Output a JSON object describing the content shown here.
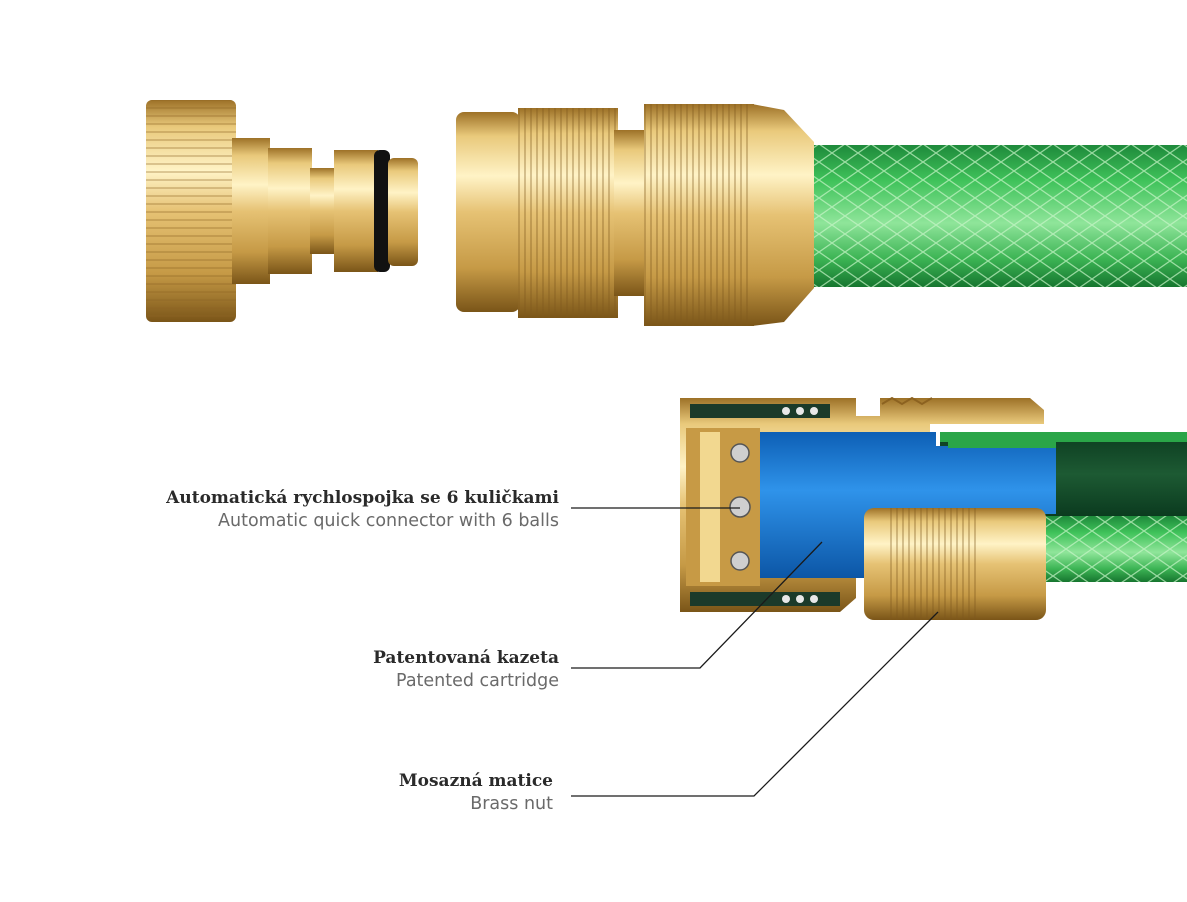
{
  "callouts": [
    {
      "title": "Automatická rychlospojka se 6 kuličkami",
      "subtitle": "Automatic quick connector with 6 balls"
    },
    {
      "title": "Patentovaná kazeta",
      "subtitle": "Patented cartridge"
    },
    {
      "title": "Mosazná matice",
      "subtitle": "Brass nut"
    }
  ],
  "colors": {
    "brass_light": "#fbe7a6",
    "brass_mid": "#e0bd6a",
    "brass_dark": "#a57a2c",
    "hose_green": "#33b54e",
    "hose_dark": "#117a33",
    "cartridge_blue": "#1f7fd9",
    "leader_line": "#1a1a1a"
  }
}
